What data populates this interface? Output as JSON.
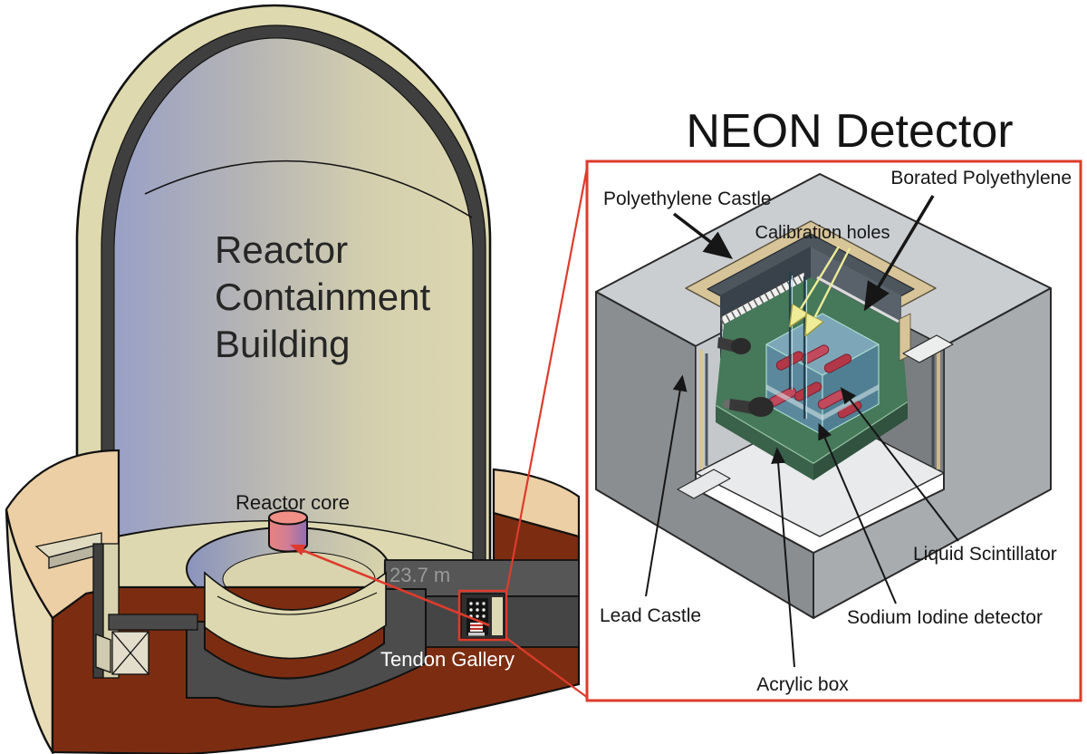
{
  "left_diagram": {
    "building_label": {
      "lines": [
        "Reactor",
        "Containment",
        "Building"
      ]
    },
    "reactor_core_label": "Reactor core",
    "distance_label": "23.7 m",
    "tendon_gallery_label": "Tendon Gallery"
  },
  "detector_panel": {
    "title": "NEON Detector",
    "labels": {
      "polyethylene_castle": "Polyethylene Castle",
      "borated_polyethylene": "Borated Polyethylene",
      "calibration_holes": "Calibration holes",
      "liquid_scintillator": "Liquid Scintillator",
      "sodium_iodine_detector": "Sodium Iodine detector",
      "lead_castle": "Lead Castle",
      "acrylic_box": "Acrylic box"
    }
  },
  "colors": {
    "accent_red": "#de3b2c",
    "building_shell_cream": "#ded9ae",
    "base_ring_tan": "#eccfa4",
    "cut_maroon": "#7c2d11",
    "concrete_gray": "#4c4c4c",
    "castle_gray": "#cbced1",
    "borated_tan": "#d7c498",
    "lead_slate": "#4d555d",
    "scintillator_green": "#46785a",
    "acrylic_blue": "#6f9ab0",
    "crystal_red": "#b23848"
  }
}
